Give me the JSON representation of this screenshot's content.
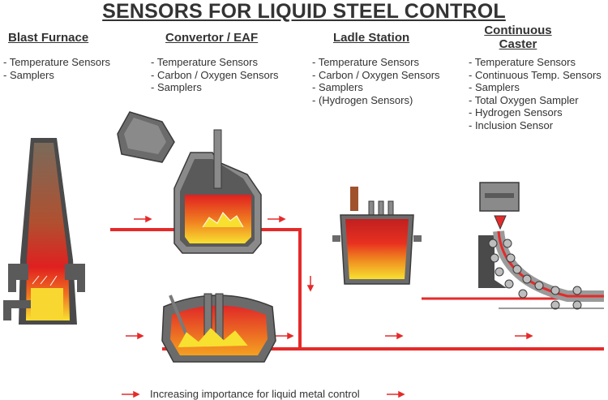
{
  "title": "SENSORS FOR LIQUID STEEL CONTROL",
  "columns": [
    {
      "heading": "Blast Furnace",
      "items": [
        "- Temperature Sensors",
        "- Samplers"
      ]
    },
    {
      "heading": "Convertor / EAF",
      "items": [
        "- Temperature Sensors",
        "- Carbon / Oxygen Sensors",
        "- Samplers"
      ]
    },
    {
      "heading": "Ladle Station",
      "items": [
        "- Temperature Sensors",
        "- Carbon / Oxygen Sensors",
        "- Samplers",
        "- (Hydrogen Sensors)"
      ]
    },
    {
      "heading_line1": "Continuous",
      "heading_line2": "Caster",
      "items": [
        "- Temperature Sensors",
        "- Continuous Temp. Sensors",
        "- Samplers",
        "- Total Oxygen Sampler",
        "- Hydrogen Sensors",
        "- Inclusion Sensor"
      ]
    }
  ],
  "legend": "Increasing importance for liquid metal control",
  "colors": {
    "flow": "#e52a2a",
    "steel_hot": "#f5e23a",
    "steel_mid": "#f08020",
    "steel_dark": "#d42020",
    "vessel": "#6b6b6b",
    "vessel_light": "#9a9a9a"
  }
}
